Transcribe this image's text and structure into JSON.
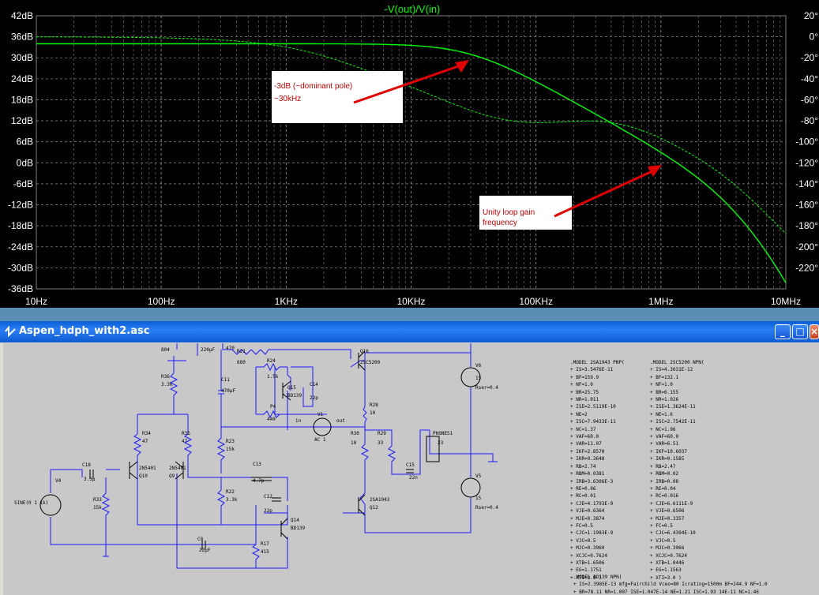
{
  "plot": {
    "title": "-V(out)/V(in)",
    "left_axis": [
      "42dB",
      "36dB",
      "30dB",
      "24dB",
      "18dB",
      "12dB",
      "6dB",
      "0dB",
      "-6dB",
      "-12dB",
      "-18dB",
      "-24dB",
      "-30dB",
      "-36dB"
    ],
    "right_axis": [
      "20°",
      "0°",
      "-20°",
      "-40°",
      "-60°",
      "-80°",
      "-100°",
      "-120°",
      "-140°",
      "-160°",
      "-180°",
      "-200°",
      "-220°"
    ],
    "x_axis": [
      "10Hz",
      "100Hz",
      "1KHz",
      "10KHz",
      "100KHz",
      "1MHz",
      "10MHz"
    ],
    "trace_color": "#00ff00",
    "arrow_color": "#e00000",
    "annotation1": [
      "-3dB (~dominant pole)",
      "~30kHz"
    ],
    "annotation2": [
      "Unity loop gain",
      "frequency"
    ]
  },
  "window": {
    "title": "Aspen_hdph_with2.asc",
    "min_symbol": "_",
    "max_symbol": "□",
    "close_symbol": "×"
  },
  "schematic": {
    "labels": [
      {
        "t": "804"
      },
      {
        "t": "220µF"
      },
      {
        "t": "470"
      },
      {
        "t": "R21"
      },
      {
        "t": "680"
      },
      {
        "t": "Q16"
      },
      {
        "t": "2SC5200"
      },
      {
        "t": "R24"
      },
      {
        "t": "1.5k"
      },
      {
        "t": "Q15"
      },
      {
        "t": "BD139"
      },
      {
        "t": "C14"
      },
      {
        "t": "22p"
      },
      {
        "t": "P4"
      },
      {
        "t": "440"
      },
      {
        "t": "R36"
      },
      {
        "t": "3.3k"
      },
      {
        "t": "C11"
      },
      {
        "t": "470µF"
      },
      {
        "t": "R28"
      },
      {
        "t": "10"
      },
      {
        "t": "V1"
      },
      {
        "t": "in"
      },
      {
        "t": "out"
      },
      {
        "t": "AC 1"
      },
      {
        "t": "R34"
      },
      {
        "t": "47"
      },
      {
        "t": "R35"
      },
      {
        "t": "47"
      },
      {
        "t": "R23"
      },
      {
        "t": "15k"
      },
      {
        "t": "R30"
      },
      {
        "t": "10"
      },
      {
        "t": "R29"
      },
      {
        "t": "33"
      },
      {
        "t": "PHONES1"
      },
      {
        "t": "23"
      },
      {
        "t": "V6"
      },
      {
        "t": "15"
      },
      {
        "t": "Rser=0.4"
      },
      {
        "t": "C18"
      },
      {
        "t": "3.3µ"
      },
      {
        "t": "2N5401"
      },
      {
        "t": "2N5401"
      },
      {
        "t": "Q10"
      },
      {
        "t": "Q9"
      },
      {
        "t": "C13"
      },
      {
        "t": "4.7p"
      },
      {
        "t": "C15"
      },
      {
        "t": "22n"
      },
      {
        "t": "V4"
      },
      {
        "t": "R33"
      },
      {
        "t": "15k"
      },
      {
        "t": "R22"
      },
      {
        "t": "3.3k"
      },
      {
        "t": "V5"
      },
      {
        "t": "15"
      },
      {
        "t": "Rser=0.4"
      },
      {
        "t": "SINE(0 1 1k)"
      },
      {
        "t": "C12"
      },
      {
        "t": "22p"
      },
      {
        "t": "2SA1943"
      },
      {
        "t": "Q12"
      },
      {
        "t": "Q14"
      },
      {
        "t": "BD139"
      },
      {
        "t": "C8"
      },
      {
        "t": "22µF"
      },
      {
        "t": "R17"
      },
      {
        "t": "415"
      }
    ],
    "model1": ".MODEL 2SA1943 PNP(\n+ IS=3.5476E-11\n+ BF=159.9\n+ NF=1.0\n+ BR=25.75\n+ NR=1.011\n+ ISE=2.5119E-10\n+ NE=2\n+ ISC=7.9433E-11\n+ NC=1.37\n+ VAF=60.0\n+ VAR=11.07\n+ IKF=2.8570\n+ IKR=0.3648\n+ RB=2.74\n+ RBM=0.0381\n+ IRB=3.6306E-3\n+ RE=0.06\n+ RC=0.01\n+ CJE=4.1793E-9\n+ VJE=0.6364\n+ MJE=0.3874\n+ FC=0.5\n+ CJC=1.1983E-9\n+ VJC=0.5\n+ MJC=0.3960\n+ XCJC=0.7624\n+ XTB=1.6506\n+ EG=1.1751\n+ XTI=3.0 )",
    "model2": ".MODEL 2SC5200 NPN(\n+ IS=4.3031E-12\n+ BF=132.1\n+ NF=1.0\n+ BR=6.155\n+ NR=1.026\n+ ISE=1.3624E-11\n+ NE=1.6\n+ ISC=2.7542E-11\n+ NC=1.96\n+ VAF=60.0\n+ VAR=6.51\n+ IKF=10.6037\n+ IKR=0.1585\n+ RB=2.47\n+ RBM=0.02\n+ IRB=0.08\n+ RE=0.04\n+ RC=0.016\n+ CJE=6.6111E-9\n+ VJE=0.6506\n+ MJE=0.3357\n+ FC=0.5\n+ CJC=6.4394E-10\n+ VJC=0.5\n+ MJC=0.3966\n+ XCJC=0.7624\n+ XTB=1.0446\n+ EG=1.1563\n+ XTI=3.0 )",
    "model3": ".MODEL BD139 NPN(\n+ IS=2.3985E-13 mfg=Fairchild Vceo=80 Icrating=1500m BF=244.9 NF=1.0\n+ BR=78.11 NR=1.007 ISE=1.047E-14 NE=1.21 ISC=1.93 14E-11 NC=1.46"
  }
}
